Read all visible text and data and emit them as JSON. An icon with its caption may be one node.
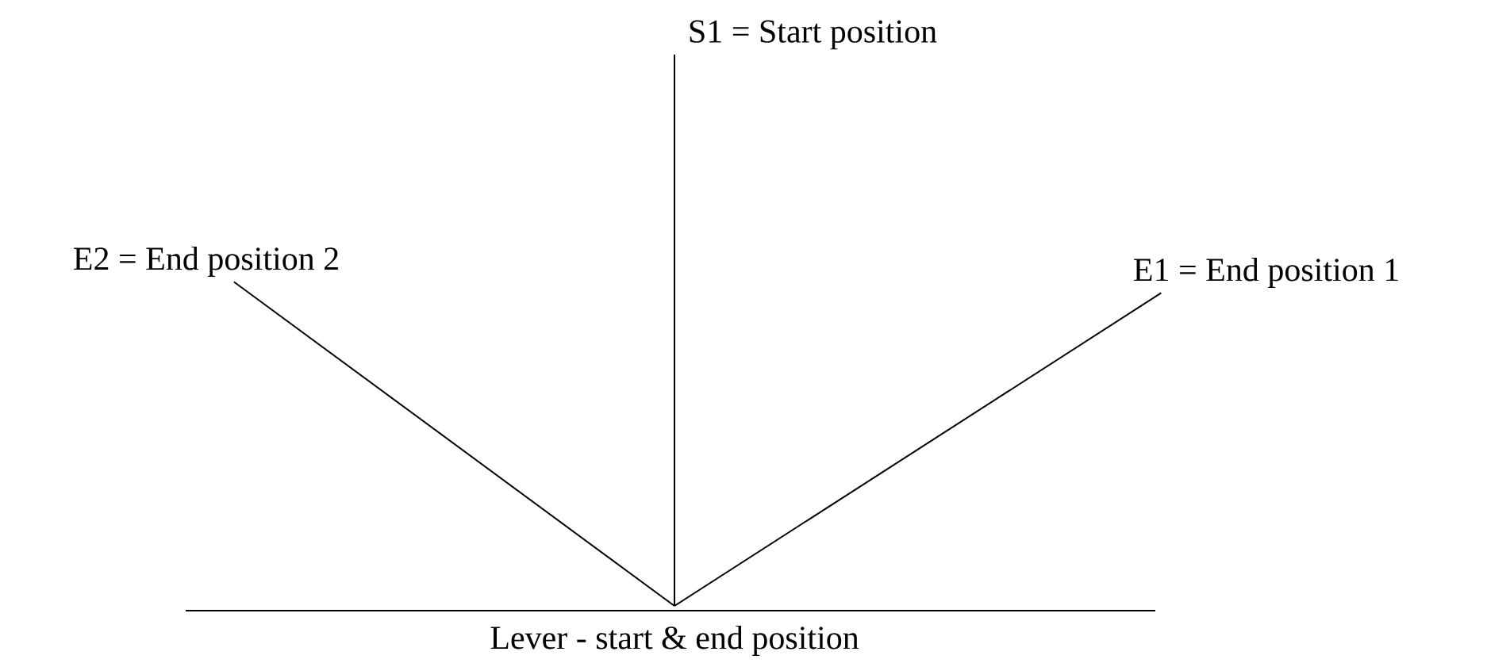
{
  "diagram": {
    "caption": "Lever - start & end position",
    "nodes": [
      {
        "text": [
          "S1 = Start position"
        ]
      },
      {
        "text": [
          "E2 = End position 2"
        ]
      },
      {
        "text": [
          "E1 = End position 1"
        ]
      }
    ],
    "edges": [
      {
        "from": null,
        "to": 0,
        "arrow": "none"
      },
      {
        "from": null,
        "to": 1,
        "arrow": "none"
      },
      {
        "from": null,
        "to": 2,
        "arrow": "none"
      }
    ]
  }
}
